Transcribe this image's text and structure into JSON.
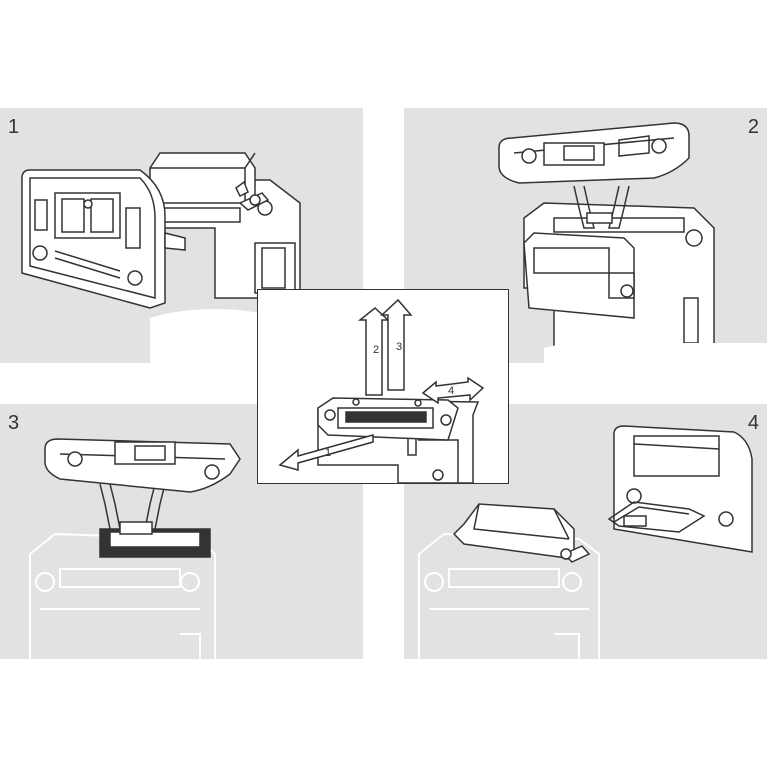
{
  "steps": {
    "s1": "1",
    "s2": "2",
    "s3": "3",
    "s4": "4"
  },
  "center": {
    "arrow_1": "1",
    "arrow_2": "2",
    "arrow_3": "3",
    "arrow_4": "4"
  },
  "colors": {
    "panel_bg": "#e2e2e2",
    "line": "#333333",
    "ghost_line": "#ffffff",
    "fill": "#ffffff"
  }
}
